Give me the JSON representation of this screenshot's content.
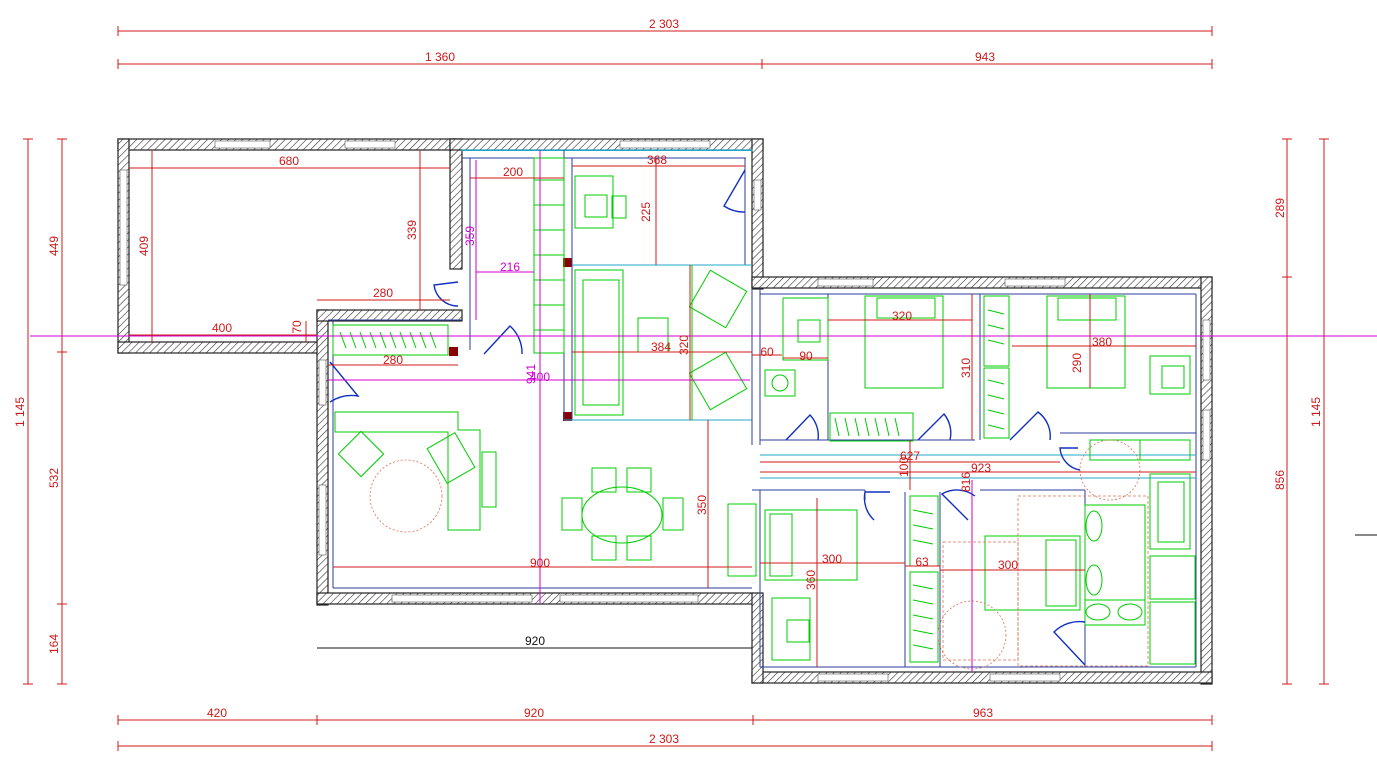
{
  "colors": {
    "dimension": "#d01818",
    "axis": "#d000d0",
    "furniture": "#00cc00",
    "doors": "#1030c0",
    "inner_lining": "#22a7c8",
    "wall": "#222222"
  },
  "overall": {
    "top_total": "2 303",
    "top_left": "1 360",
    "top_right": "943",
    "bottom_total": "2 303",
    "bottom_a": "420",
    "bottom_b": "920",
    "bottom_c": "963",
    "left_total": "1 145",
    "left_top": "449",
    "left_mid": "532",
    "left_bot": "164",
    "right_total": "1 145",
    "right_top": "289",
    "right_bot": "856",
    "mid_920": "920"
  },
  "room_dims": {
    "garage_w": "680",
    "garage_h": "409",
    "garage_339": "339",
    "d_280a": "280",
    "d_400": "400",
    "d_70": "70",
    "d_280b": "280",
    "d_200": "200",
    "d_368": "368",
    "d_225": "225",
    "d_384": "384",
    "d_320a": "320",
    "d_60": "60",
    "d_90": "90",
    "d_320b": "320",
    "d_310": "310",
    "d_380": "380",
    "d_290": "290",
    "d_350": "350",
    "d_900": "900",
    "d_300a": "300",
    "d_360": "360",
    "d_300b": "300",
    "d_627": "627",
    "d_923": "923",
    "d_100": "100",
    "d_816": "816",
    "d_63": "63"
  },
  "axis_dims": {
    "m_359": "359",
    "m_216": "216",
    "m_941": "941",
    "m_400": "400"
  }
}
